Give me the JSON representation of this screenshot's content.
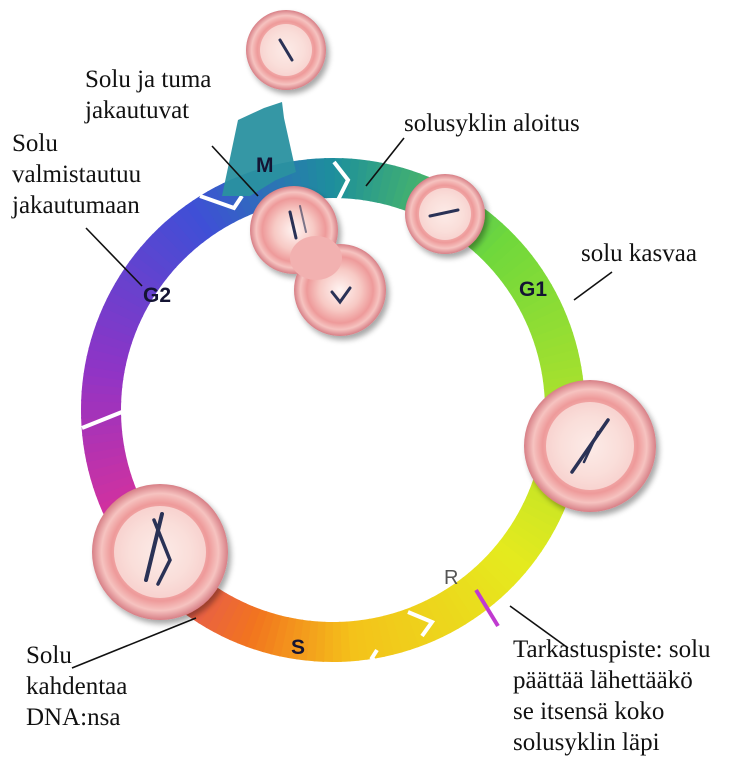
{
  "phases": {
    "m": "M",
    "g1": "G1",
    "g2": "G2",
    "s": "S",
    "r": "R"
  },
  "annotations": {
    "division": "Solu ja tuma\njakautuvat",
    "cycle_start": "solusyklin aloitus",
    "prepares": "Solu\nvalmistautuu\njakautumaan",
    "grows": "solu kasvaa",
    "replicates": "Solu\nkahdentaa\nDNA:nsa",
    "checkpoint": "Tarkastuspiste: solu\npäättää lähettääkö\nse itsensä koko\nsolusyklin läpi"
  },
  "colors": {
    "m_teal": "#1d8f9c",
    "g1_green": "#6fd83c",
    "g1_yellow": "#e5ea1e",
    "s_orange": "#f2751e",
    "g2_purple": "#8f34c6",
    "g2_blue": "#3f4fd6",
    "magenta": "#d3319e",
    "checkpoint_line": "#c03ad0",
    "cell_pink": "#f0a6a6"
  }
}
